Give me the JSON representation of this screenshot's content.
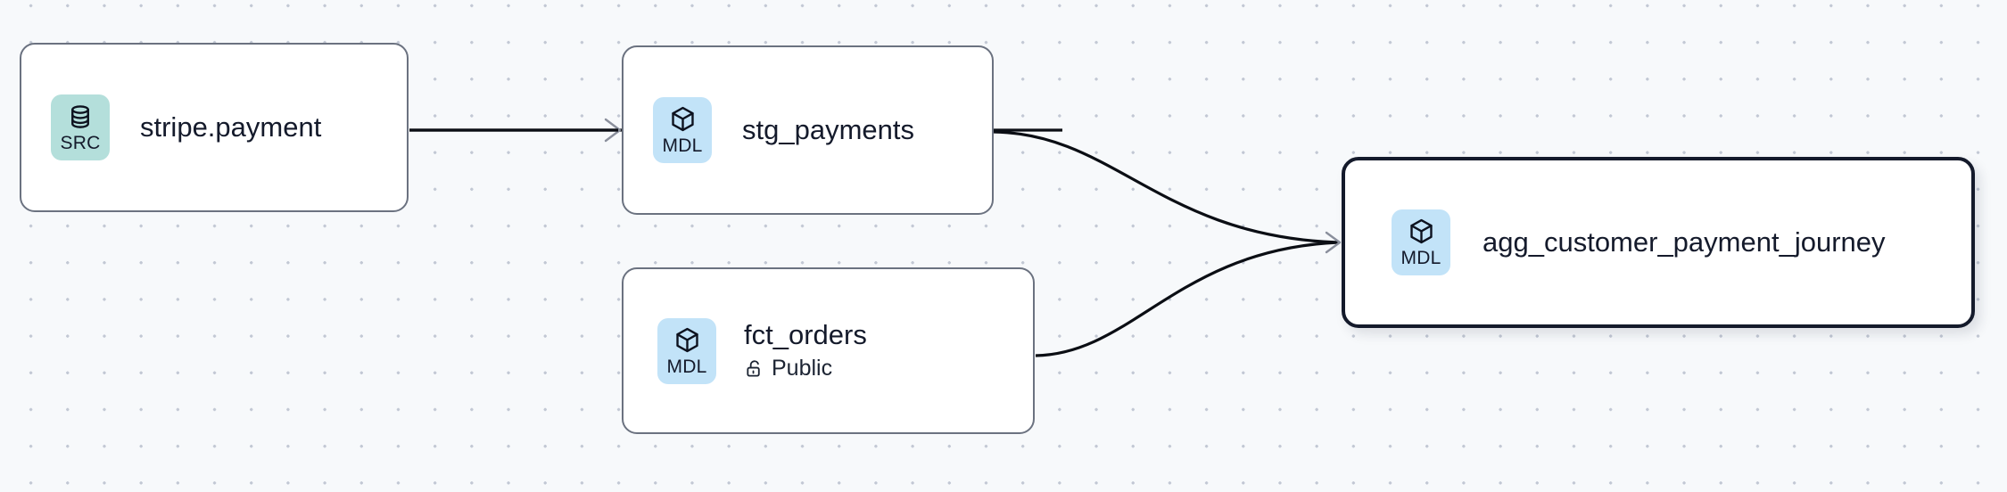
{
  "graph": {
    "background": "#f7f9fb",
    "grid_dot_color": "#c2c8d4",
    "edge_color": "#0b0e14",
    "arrow_color": "#8a8f9c"
  },
  "badges": {
    "source": {
      "text": "SRC",
      "icon": "database-icon",
      "bg": "#b4dfdb"
    },
    "model": {
      "text": "MDL",
      "icon": "cube-icon",
      "bg": "#c2e3f8"
    }
  },
  "nodes": [
    {
      "id": "stripe-payment",
      "title": "stripe.payment",
      "badge_text": "SRC",
      "badge_icon": "database-icon",
      "selected": false
    },
    {
      "id": "stg-payments",
      "title": "stg_payments",
      "badge_text": "MDL",
      "badge_icon": "cube-icon",
      "selected": false
    },
    {
      "id": "fct-orders",
      "title": "fct_orders",
      "badge_text": "MDL",
      "badge_icon": "cube-icon",
      "visibility": "Public",
      "visibility_icon": "unlock-icon",
      "selected": false
    },
    {
      "id": "agg-customer-payment-journey",
      "title": "agg_customer_payment_journey",
      "badge_text": "MDL",
      "badge_icon": "cube-icon",
      "selected": true
    }
  ],
  "edges": [
    {
      "from": "stripe-payment",
      "to": "stg-payments",
      "style": "straight"
    },
    {
      "from": "stg-payments",
      "to": "agg-customer-payment-journey",
      "style": "curve"
    },
    {
      "from": "fct-orders",
      "to": "agg-customer-payment-journey",
      "style": "curve"
    }
  ]
}
